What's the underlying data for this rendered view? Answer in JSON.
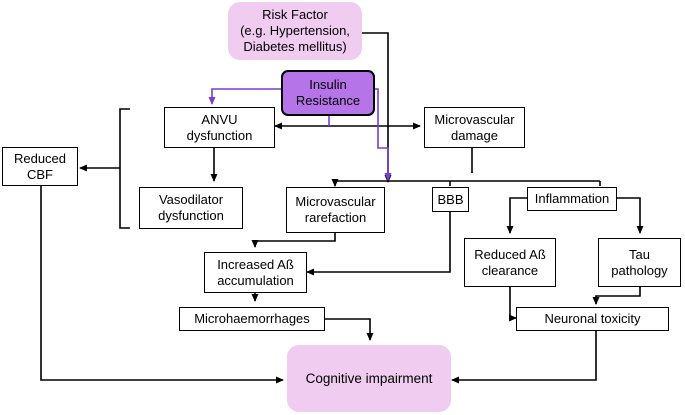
{
  "colors": {
    "pink_fill": "#f0ccf0",
    "purple_fill": "#b574e8",
    "purple_line": "#7a3bd6",
    "line": "#000000"
  },
  "nodes": {
    "risk_factor": "Risk Factor\n(e.g. Hypertension,\nDiabetes mellitus)",
    "insulin_resistance": "Insulin\nResistance",
    "anvu_dysfunction": "ANVU\ndysfunction",
    "microvascular_damage": "Microvascular\ndamage",
    "reduced_cbf": "Reduced\nCBF",
    "vasodilator_dysfunction": "Vasodilator\ndysfunction",
    "microvascular_rarefaction": "Microvascular\nrarefaction",
    "bbb": "BBB",
    "inflammation": "Inflammation",
    "increased_ab_accumulation": "Increased Aß\naccumulation",
    "reduced_ab_clearance": "Reduced Aß\nclearance",
    "tau_pathology": "Tau\npathology",
    "microhaemorrhages": "Microhaemorrhages",
    "neuronal_toxicity": "Neuronal toxicity",
    "cognitive_impairment": "Cognitive impairment"
  }
}
